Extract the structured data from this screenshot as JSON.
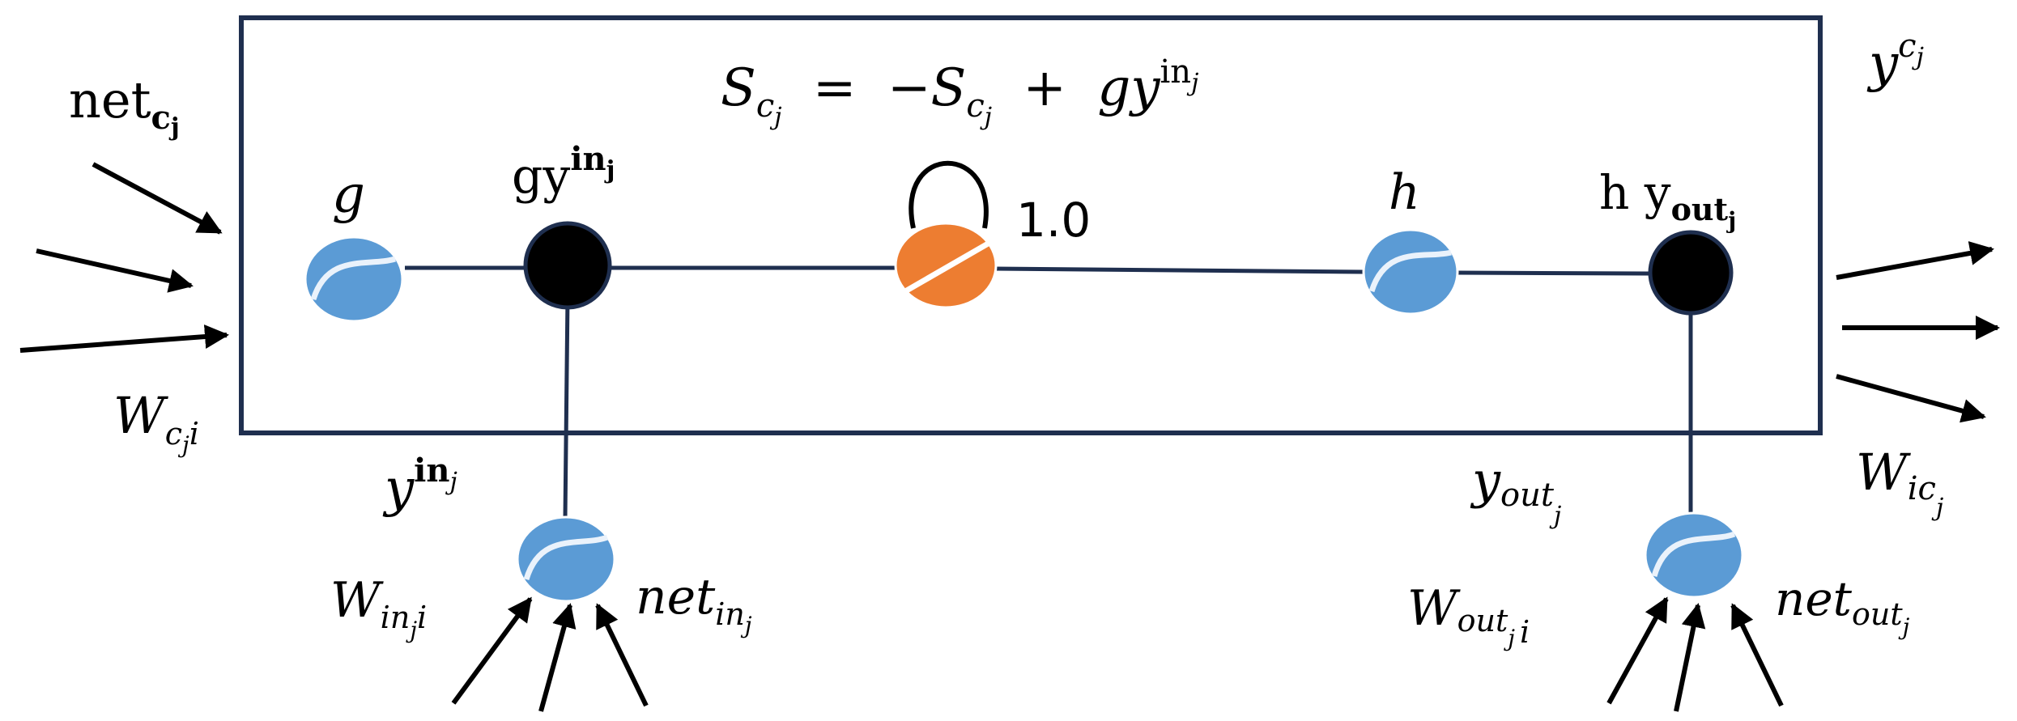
{
  "equation": {
    "lhs_base": "S",
    "lhs_sub": "c",
    "lhs_subsub": "j",
    "eq": "=",
    "minus": "−",
    "rhs1_base": "S",
    "rhs1_sub": "c",
    "rhs1_subsub": "j",
    "plus": "+",
    "rhs2_base": "gy",
    "rhs2_sup": "in",
    "rhs2_supsub": "j"
  },
  "labels": {
    "net_c": {
      "base": "net",
      "sub": "c",
      "subsub": "j"
    },
    "w_cj": {
      "base": "W",
      "sub": "c",
      "subsub": "j",
      "subtail": "i"
    },
    "g": "g",
    "gy_in": {
      "base": "gy",
      "sup": "in",
      "supsub": "j"
    },
    "self_loop_weight": "1.0",
    "h": "h",
    "h_y_out": {
      "base": "h y",
      "sub": "out",
      "subsub": "j"
    },
    "y_cj": {
      "base": "y",
      "sup": "c",
      "supsub": "j"
    },
    "y_in": {
      "base": "y",
      "sup": "in",
      "supsub": "j"
    },
    "w_in": {
      "base": "W",
      "sub": "in",
      "subsub": "j",
      "subtail": "i"
    },
    "net_in": {
      "base": "net",
      "sub": "in",
      "subsub": "j"
    },
    "y_out": {
      "base": "y",
      "sub": "out",
      "subsub": "j"
    },
    "w_out": {
      "base": "W",
      "sub": "out",
      "subsub": "j",
      "subtail": "i"
    },
    "net_out": {
      "base": "net",
      "sub": "out",
      "subsub": "j"
    },
    "w_ic": {
      "base": "W",
      "sub": "ic",
      "subsub": "j"
    }
  },
  "colors": {
    "sigmoid_node": "#5b9bd5",
    "cell_node": "#ed7d31",
    "gate_node": "#000000",
    "frame": "#1f2f4f"
  }
}
